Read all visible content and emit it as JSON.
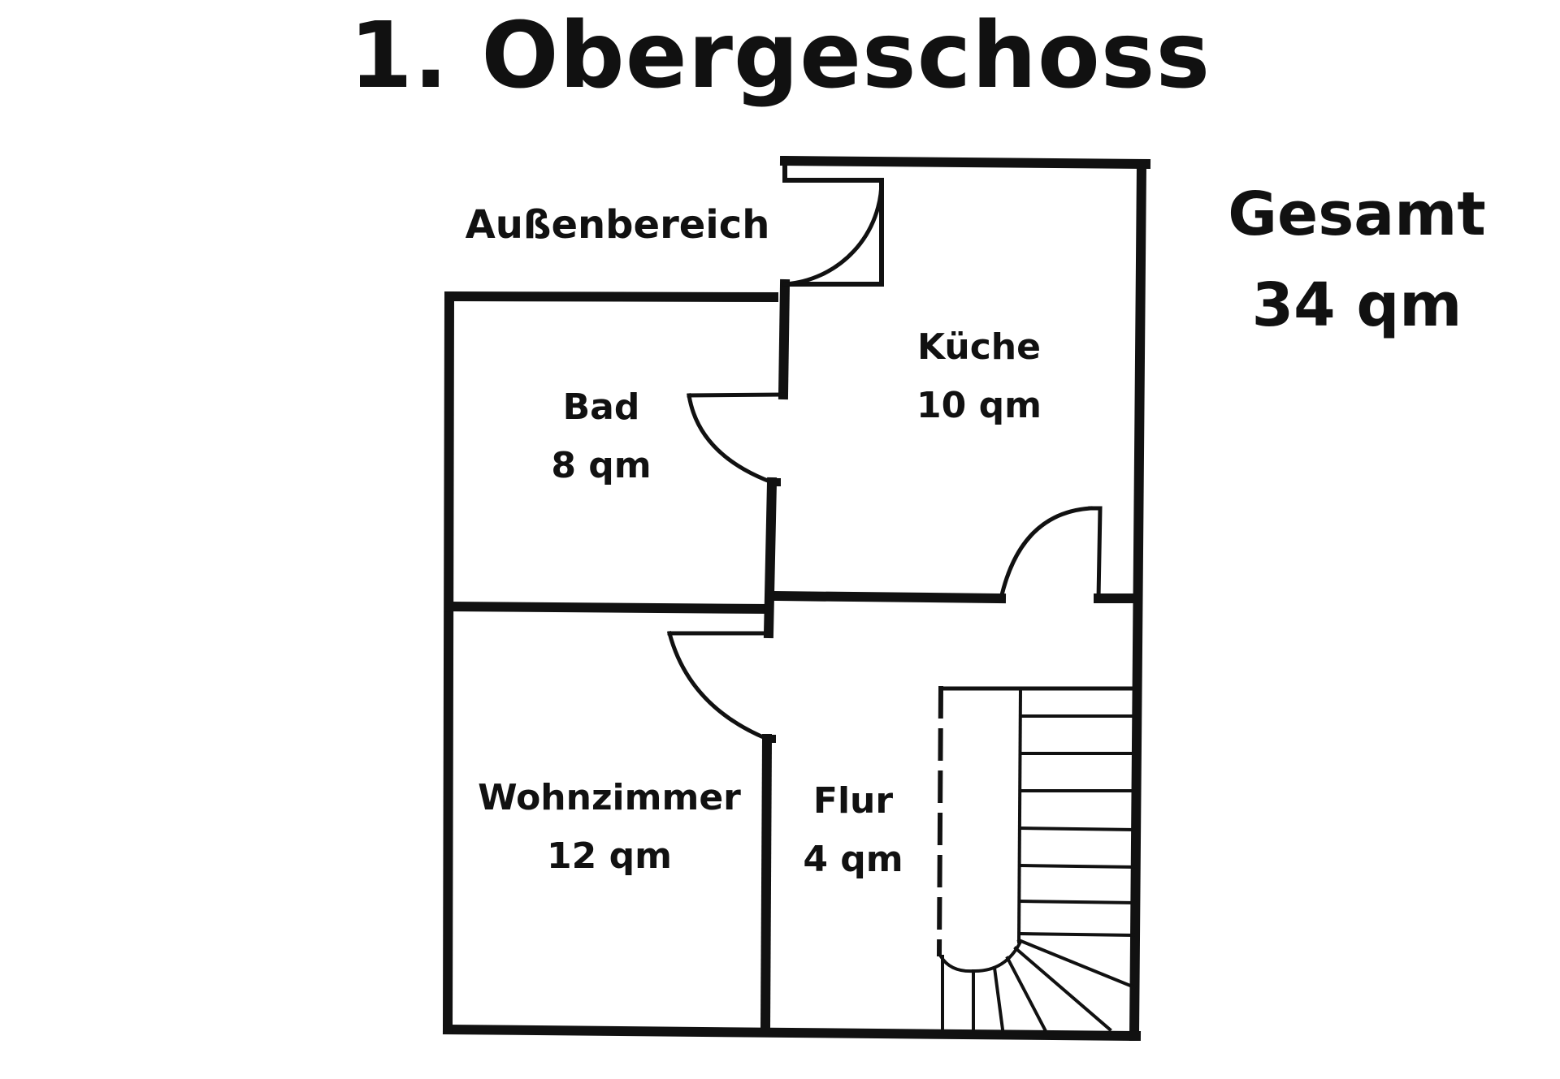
{
  "title": "1. Obergeschoss",
  "total": {
    "label": "Gesamt",
    "value": "34 qm"
  },
  "outside_label": "Außenbereich",
  "rooms": {
    "bad": {
      "name": "Bad",
      "area": "8 qm"
    },
    "kueche": {
      "name": "Küche",
      "area": "10 qm"
    },
    "wohnzimmer": {
      "name": "Wohnzimmer",
      "area": "12 qm"
    },
    "flur": {
      "name": "Flur",
      "area": "4 qm"
    }
  }
}
